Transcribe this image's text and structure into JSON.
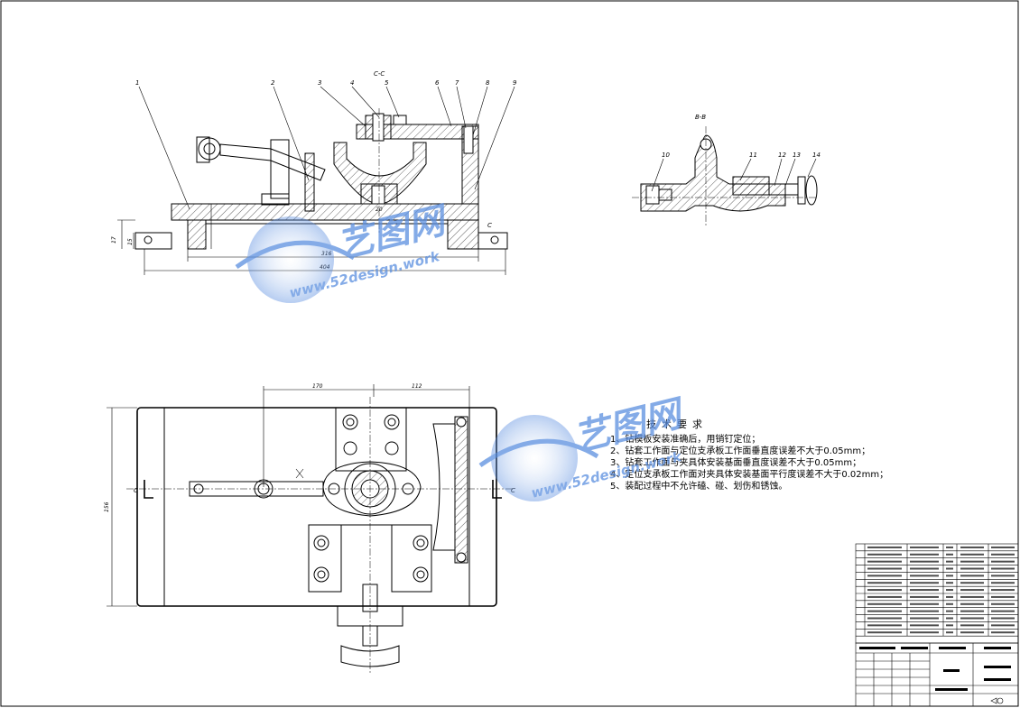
{
  "section_labels": {
    "cc": "C-C",
    "bb": "B-B"
  },
  "part_labels_front": [
    "1",
    "2",
    "3",
    "4",
    "5",
    "6",
    "7",
    "8",
    "9"
  ],
  "part_labels_section": [
    "10",
    "11",
    "12",
    "13",
    "14"
  ],
  "dimensions": {
    "front_width_inner": "316",
    "front_width_outer": "404",
    "front_h1": "17",
    "front_h2": "15",
    "front_center": "20",
    "plan_left": "170",
    "plan_right": "112",
    "plan_height": "156"
  },
  "technical_requirements": {
    "title": "技术要求",
    "items": [
      "1、钻模板安装准确后，用销钉定位；",
      "2、钻套工作面与定位支承板工作面垂直度误差不大于0.05mm；",
      "3、钻套工作面与夹具体安装基面垂直度误差不大于0.05mm；",
      "4、定位支承板工作面对夹具体安装基面平行度误差不大于0.02mm；",
      "5、装配过程中不允许磕、碰、划伤和锈蚀。"
    ]
  },
  "watermarks": [
    {
      "cn": "艺图网",
      "url": "www.52design.work"
    },
    {
      "cn": "艺图网",
      "url": "www.52design.work"
    }
  ],
  "colors": {
    "line": "#000000",
    "watermark": "#5b8fe0",
    "background": "#ffffff"
  }
}
